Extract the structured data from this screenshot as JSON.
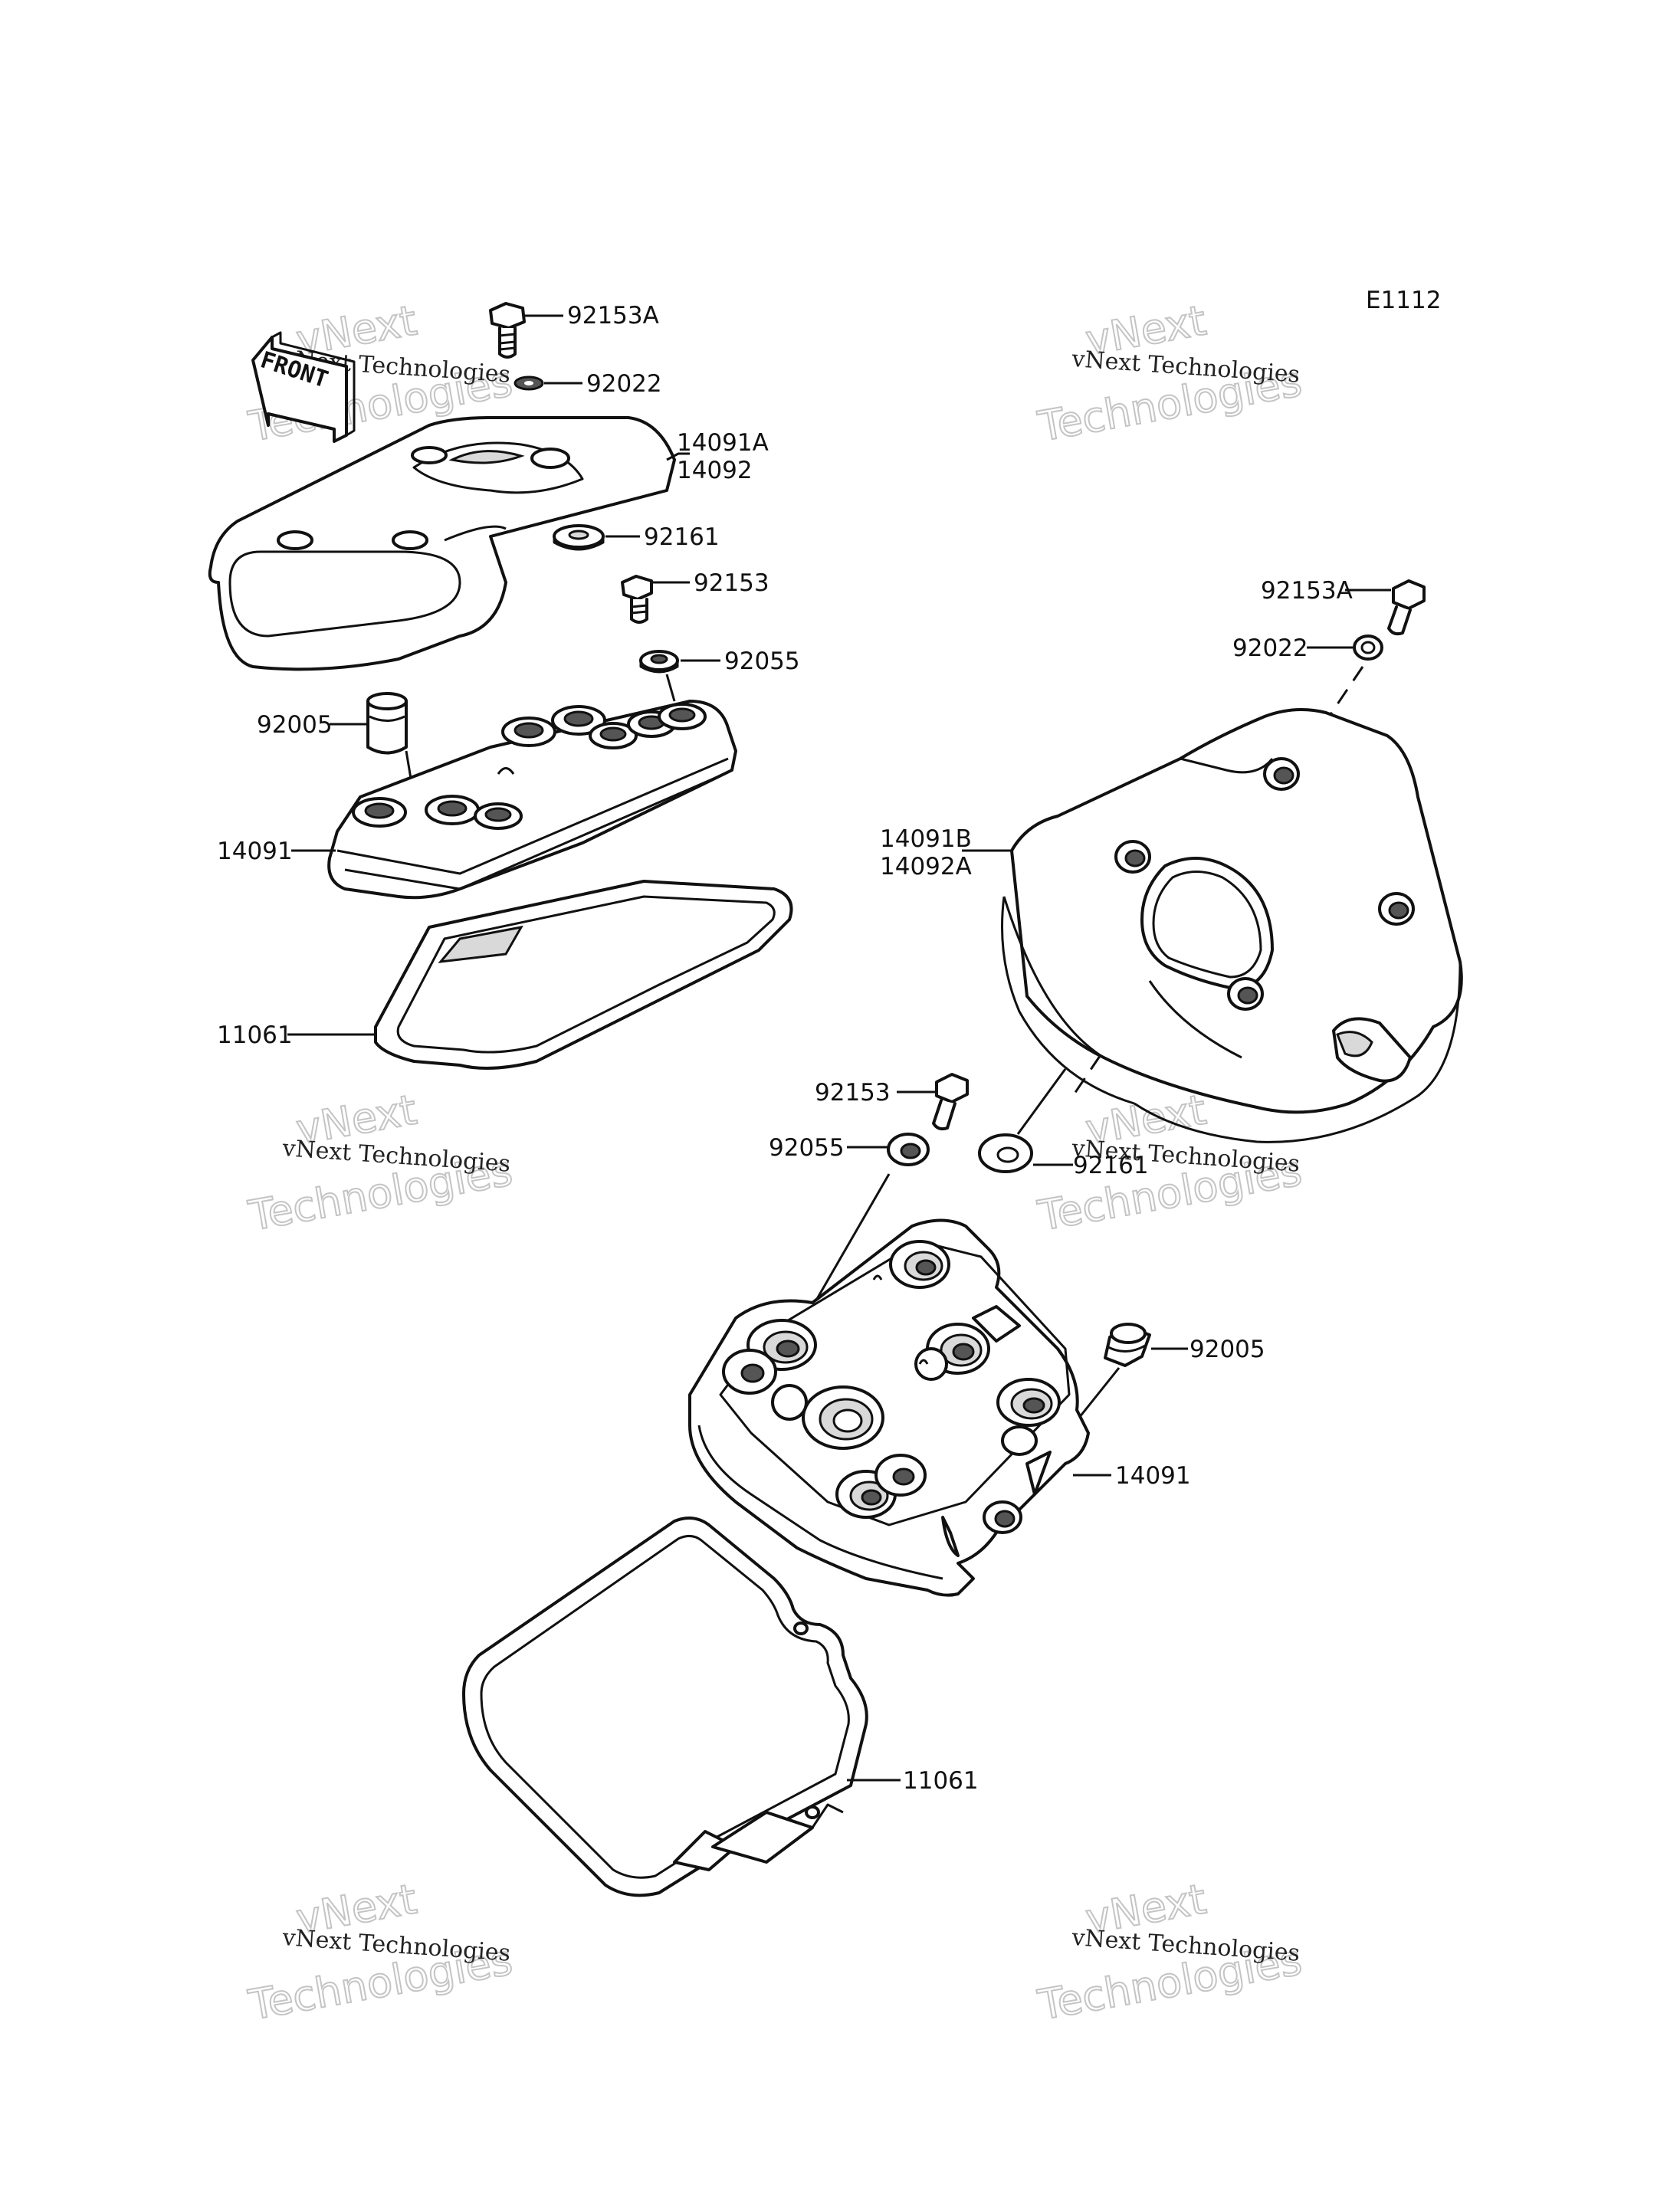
{
  "diagram_code": "E1112",
  "front_label": "FRONT",
  "watermark": {
    "line1": "vNext",
    "line2": "vNext Technologies",
    "line3": "Technologies"
  },
  "parts": {
    "p92153A_top": "92153A",
    "p92022_top": "92022",
    "p14091A": "14091A",
    "p14092": "14092",
    "p92161_top": "92161",
    "p92153_top": "92153",
    "p92055_top": "92055",
    "p92005_top": "92005",
    "p14091_top": "14091",
    "p11061_top": "11061",
    "p92153A_right": "92153A",
    "p92022_right": "92022",
    "p14091B": "14091B",
    "p14092A": "14092A",
    "p92153_mid": "92153",
    "p92055_mid": "92055",
    "p92161_mid": "92161",
    "p92005_right": "92005",
    "p14091_bottom": "14091",
    "p11061_bottom": "11061"
  }
}
